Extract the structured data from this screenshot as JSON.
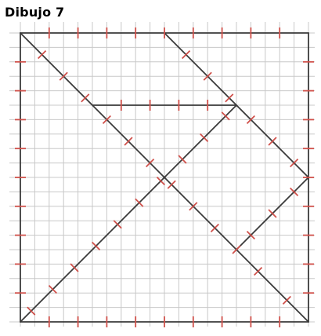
{
  "title": "Dibujo 7",
  "grid": {
    "columns": 20,
    "rows": 20,
    "grid_color": "#c8c8c8",
    "line_color": "#3a3a3a",
    "tick_color": "#d0504a"
  },
  "segments": [
    {
      "from": [
        0,
        0
      ],
      "to": [
        20,
        0
      ],
      "ticks": [
        2,
        4,
        6,
        8,
        10,
        12,
        14,
        16,
        18
      ]
    },
    {
      "from": [
        20,
        0
      ],
      "to": [
        20,
        20
      ],
      "ticks": [
        2,
        4,
        6,
        8,
        10,
        12,
        14,
        16,
        18
      ]
    },
    {
      "from": [
        20,
        20
      ],
      "to": [
        0,
        20
      ],
      "ticks": [
        2,
        4,
        6,
        8,
        10,
        12,
        14,
        16,
        18
      ]
    },
    {
      "from": [
        0,
        20
      ],
      "to": [
        0,
        0
      ],
      "ticks": [
        2,
        4,
        6,
        8,
        10,
        12,
        14,
        16,
        18
      ]
    },
    {
      "from": [
        0,
        0
      ],
      "to": [
        20,
        20
      ],
      "ticks": [
        1.5,
        3,
        4.5,
        6,
        7.5,
        9,
        10.5,
        12,
        13.5,
        15,
        16.5,
        18.5
      ]
    },
    {
      "from": [
        0,
        20
      ],
      "to": [
        15,
        5
      ],
      "ticks": [
        0.75,
        2.25,
        3.75,
        5.25,
        6.75,
        8.25,
        9.75,
        11.25,
        12.75,
        14.25
      ]
    },
    {
      "from": [
        10,
        0
      ],
      "to": [
        20,
        10
      ],
      "ticks": [
        11.5,
        13,
        14.5,
        16,
        17.5,
        19
      ]
    },
    {
      "from": [
        20,
        10
      ],
      "to": [
        15,
        15
      ],
      "ticks": [
        19,
        17.5,
        16
      ]
    },
    {
      "from": [
        5,
        5
      ],
      "to": [
        15,
        5
      ],
      "ticks": [
        7,
        9,
        11,
        13
      ]
    }
  ]
}
